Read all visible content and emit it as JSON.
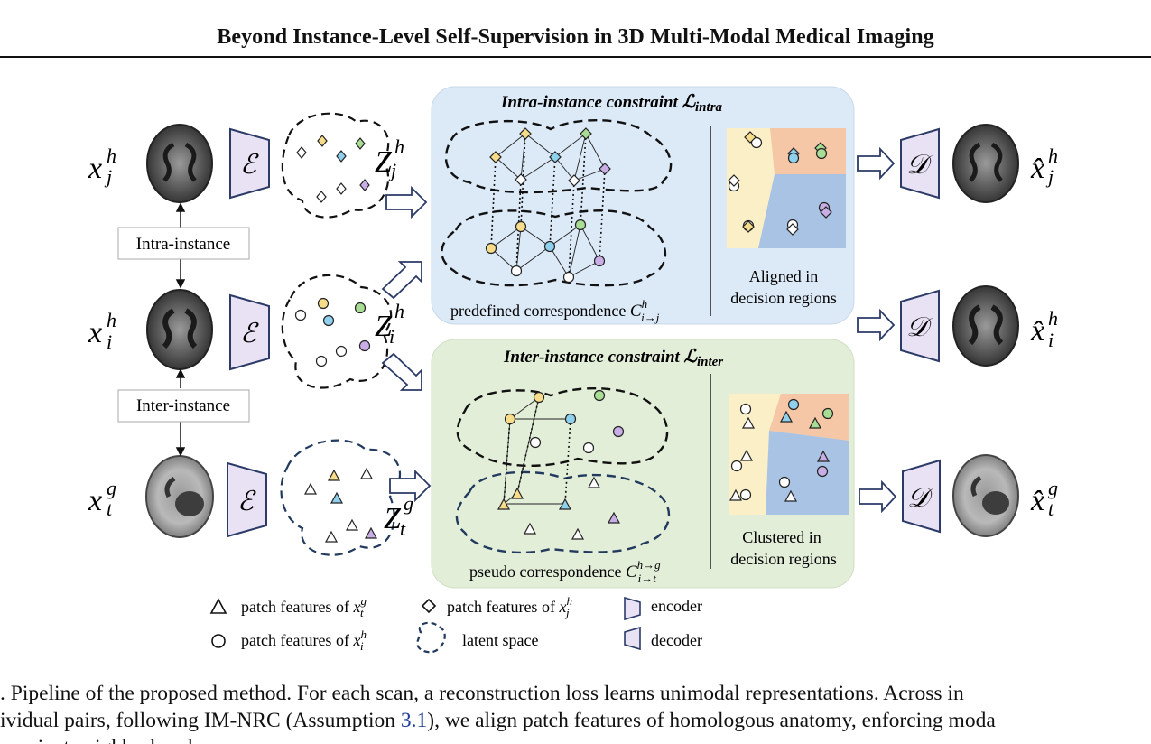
{
  "header": {
    "title": "Beyond Instance-Level Self-Supervision in 3D Multi-Modal Medical Imaging"
  },
  "figure": {
    "input_labels": {
      "xj": "x",
      "xj_sup": "h",
      "xj_sub": "j",
      "xi": "x",
      "xi_sup": "h",
      "xi_sub": "i",
      "xt": "x",
      "xt_sup": "g",
      "xt_sub": "t"
    },
    "output_labels": {
      "hj": "x̂",
      "hj_sup": "h",
      "hj_sub": "j",
      "hi": "x̂",
      "hi_sup": "h",
      "hi_sub": "i",
      "ht": "x̂",
      "ht_sup": "g",
      "ht_sub": "t"
    },
    "latent_labels": {
      "zj": "Z",
      "zj_sup": "h",
      "zj_sub": "j",
      "zi": "Z",
      "zi_sup": "h",
      "zi_sub": "i",
      "zt": "Z",
      "zt_sup": "g",
      "zt_sub": "t"
    },
    "encoder_symbol": "ℰ",
    "decoder_symbol": "𝒟",
    "relation_boxes": {
      "intra": "Intra-instance",
      "inter": "Inter-instance"
    },
    "intra_panel": {
      "title": "Intra-instance constraint ",
      "loss_symbol": "ℒ",
      "loss_sub": "intra",
      "bottom_label": "predefined correspondence ",
      "corr_symbol": "C",
      "corr_sup": "h",
      "corr_sub": "i→j",
      "region_label_1": "Aligned in",
      "region_label_2": "decision regions"
    },
    "inter_panel": {
      "title": "Inter-instance constraint ",
      "loss_symbol": "ℒ",
      "loss_sub": "inter",
      "bottom_label": "pseudo correspondence ",
      "corr_symbol": "C",
      "corr_sup": "h→g",
      "corr_sub": "i→t",
      "region_label_1": "Clustered in",
      "region_label_2": "decision regions"
    },
    "legend": {
      "triangle": "patch features of ",
      "triangle_var": "x",
      "triangle_sup": "g",
      "triangle_sub": "t",
      "diamond": "patch features of ",
      "diamond_var": "x",
      "diamond_sup": "h",
      "diamond_sub": "j",
      "circle": "patch features of ",
      "circle_var": "x",
      "circle_sup": "h",
      "circle_sub": "i",
      "latent": "latent space",
      "encoder": "encoder",
      "decoder": "decoder"
    },
    "colors": {
      "intra_panel_bg": "#dce9f7",
      "inter_panel_bg": "#e3eed9",
      "region_yellow": "#fbefc8",
      "region_orange": "#f6c7a6",
      "region_blue": "#a9c3e4",
      "encoder_fill": "#e8e2f4",
      "latent_dash_intra": "#111111",
      "latent_dash_inter": "#223a5e",
      "point_yellow": "#f7dc8a",
      "point_blue": "#8fd0ec",
      "point_green": "#a9dc94",
      "point_purple": "#c9aee6",
      "point_white": "#ffffff"
    }
  },
  "caption": {
    "line1": ". Pipeline of the proposed method. For each scan, a reconstruction loss learns unimodal representations. Across in",
    "line2_a": "ividual pairs, following IM-NRC (Assumption ",
    "line2_ref": "3.1",
    "line2_b": "), we align patch features of homologous anatomy, enforcing moda",
    "line3": "nvariant neighborhoods"
  }
}
